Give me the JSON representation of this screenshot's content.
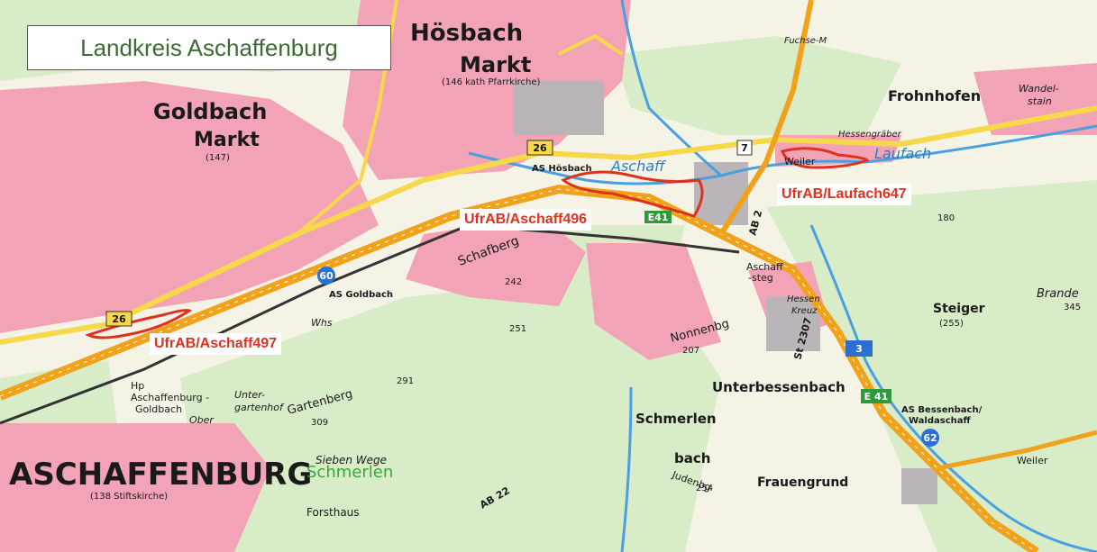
{
  "title": "Landkreis Aschaffenburg",
  "colors": {
    "title_text": "#3d6b34",
    "badge_text": "#e0301e",
    "sample_line": "#e0301e",
    "settlement": "#f2a3b5",
    "forest": "#d9ecc8",
    "motorway": "#f0a21a",
    "road": "#f6d84a",
    "water": "#4a9fe0"
  },
  "sites": [
    {
      "label": "UfrAB/Aschaff496"
    },
    {
      "label": "UfrAB/Laufach647"
    },
    {
      "label": "UfrAB/Aschaff497"
    }
  ],
  "places": {
    "hoesbach": "Hösbach",
    "hoesbach_markt": "Markt",
    "hoesbach_note": "(146 kath Pfarrkirche)",
    "goldbach": "Goldbach",
    "goldbach_markt": "Markt",
    "goldbach_num": "(147)",
    "aschaffenburg": "ASCHAFFENBURG",
    "aschaffenburg_note": "(138 Stiftskirche)",
    "frohnhofen": "Frohnhofen",
    "wandelstain": "Wandel-",
    "wandelstain2": "stain",
    "hessengraeber": "Hessengräber",
    "fuchse": "Fuchse-M",
    "weiler": "Weiler",
    "steiger": "Steiger",
    "steiger_num": "(255)",
    "unterbessenbach": "Unterbessenbach",
    "schmerlen": "Schmerlen",
    "bach": "bach",
    "frauengrund": "Frauengrund",
    "forsthaus": "Forsthaus",
    "unterkartenhof": "Unter-",
    "unterkartenhof2": "gartenhof",
    "ober": "Ober",
    "sieben_wege": "Sieben Wege",
    "hp_aschaffenburg": "Hp",
    "hp_aschaffenburg2": "Aschaffenburg -",
    "hp_aschaffenburg3": "Goldbach",
    "schafberg": "Schafberg",
    "nonnenbg": "Nonnenbg",
    "gartenberg": "Gartenberg",
    "brande": "Brande",
    "schmerlen_forest": "Schmerlen",
    "judenbg": "Judenbg",
    "aschaffsteg": "Aschaff",
    "aschaffsteg2": "-steg",
    "hessenkreuz": "Hessen",
    "hessenkreuz2": "Kreuz",
    "as_hoesbach": "AS Hösbach",
    "as_goldbach": "AS Goldbach",
    "as_bessenbach": "AS Bessenbach/",
    "as_bessenbach2": "Waldaschaff",
    "aschaff_river": "Aschaff",
    "laufach_river": "Laufach",
    "whs": "Whs"
  },
  "roads": {
    "b26_a": "26",
    "b26_b": "26",
    "a3": "3",
    "e41_a": "E41",
    "e41_b": "E 41",
    "exit60": "60",
    "exit62": "62",
    "ab2": "AB 2",
    "ab22": "AB 22",
    "st2307": "St 2307",
    "r7": "7"
  },
  "elevations": {
    "e242": "242",
    "e251": "251",
    "e291": "291",
    "e309": "309",
    "e207": "207",
    "e254": "254",
    "e180": "180",
    "e345": "345"
  }
}
